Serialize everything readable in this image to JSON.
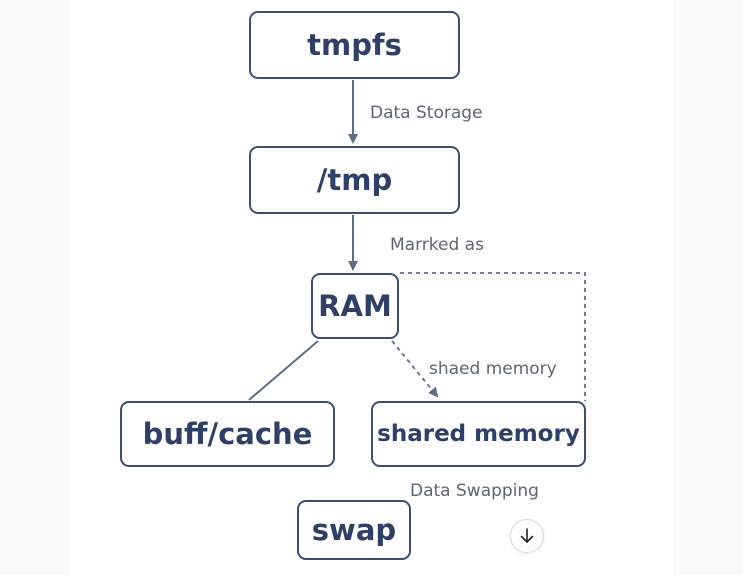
{
  "diagram": {
    "nodes": {
      "tmpfs": "tmpfs",
      "tmp": "/tmp",
      "ram": "RAM",
      "buff_cache": "buff/cache",
      "shared_memory": "shared memory",
      "swap": "swap"
    },
    "edges": [
      {
        "from": "tmpfs",
        "to": "tmp",
        "label": "Data Storage",
        "style": "solid-arrow"
      },
      {
        "from": "tmp",
        "to": "ram",
        "label": "Marrked as",
        "style": "solid-arrow"
      },
      {
        "from": "ram",
        "to": "buff_cache",
        "label": "",
        "style": "solid-line"
      },
      {
        "from": "ram",
        "to": "shared_memory",
        "label": "shaed memory",
        "style": "dashed-arrow"
      },
      {
        "from": "ram",
        "to": "shared_memory",
        "label": "",
        "style": "dashed-line"
      },
      {
        "from": "shared_memory",
        "to": "swap",
        "label": "Data Swapping",
        "style": "label-only"
      }
    ],
    "colors": {
      "node_border": "#3c4e72",
      "node_text": "#2f4068",
      "edge": "#5a6e86",
      "label_text": "#5d6673"
    }
  },
  "controls": {
    "scroll_down_icon": "arrow-down-icon"
  }
}
